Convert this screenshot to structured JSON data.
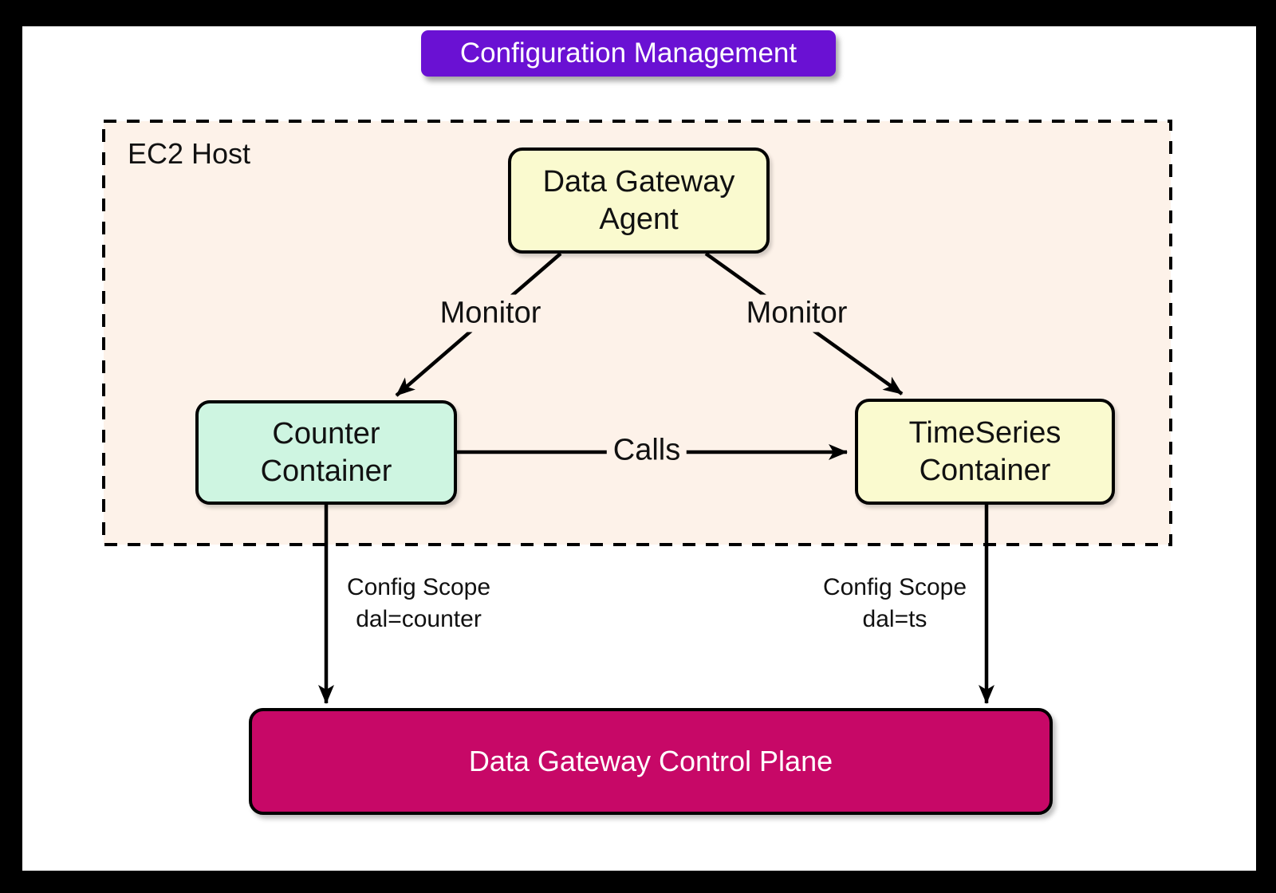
{
  "title": "Configuration Management",
  "group": {
    "label": "EC2 Host"
  },
  "nodes": {
    "agent": {
      "line1": "Data Gateway",
      "line2": "Agent"
    },
    "counter": {
      "line1": "Counter",
      "line2": "Container"
    },
    "timeseries": {
      "line1": "TimeSeries",
      "line2": "Container"
    },
    "control_plane": {
      "label": "Data Gateway Control Plane"
    }
  },
  "edges": {
    "monitor_left": {
      "label": "Monitor"
    },
    "monitor_right": {
      "label": "Monitor"
    },
    "calls": {
      "label": "Calls"
    },
    "config_left": {
      "line1": "Config Scope",
      "line2": "dal=counter"
    },
    "config_right": {
      "line1": "Config Scope",
      "line2": "dal=ts"
    }
  },
  "colors": {
    "title_bg": "#6a11d3",
    "group_bg": "#fdf2e9",
    "node_yellow": "#fafacf",
    "node_mint": "#cef5e1",
    "plane_bg": "#c70867",
    "line": "#000000"
  }
}
